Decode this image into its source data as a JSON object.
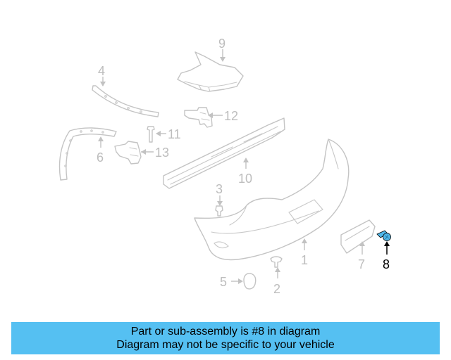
{
  "callouts": {
    "c1": "1",
    "c2": "2",
    "c3": "3",
    "c4": "4",
    "c5": "5",
    "c6": "6",
    "c7": "7",
    "c8": "8",
    "c9": "9",
    "c10": "10",
    "c11": "11",
    "c12": "12",
    "c13": "13"
  },
  "highlighted_part": "8",
  "colors": {
    "banner": "#55c0f2",
    "highlight_part": "#4fb6e8",
    "outline": "#c4c4c4"
  },
  "banner": {
    "line1": "Part or sub-assembly is #8 in diagram",
    "line2": "Diagram may not be specific to your vehicle"
  }
}
